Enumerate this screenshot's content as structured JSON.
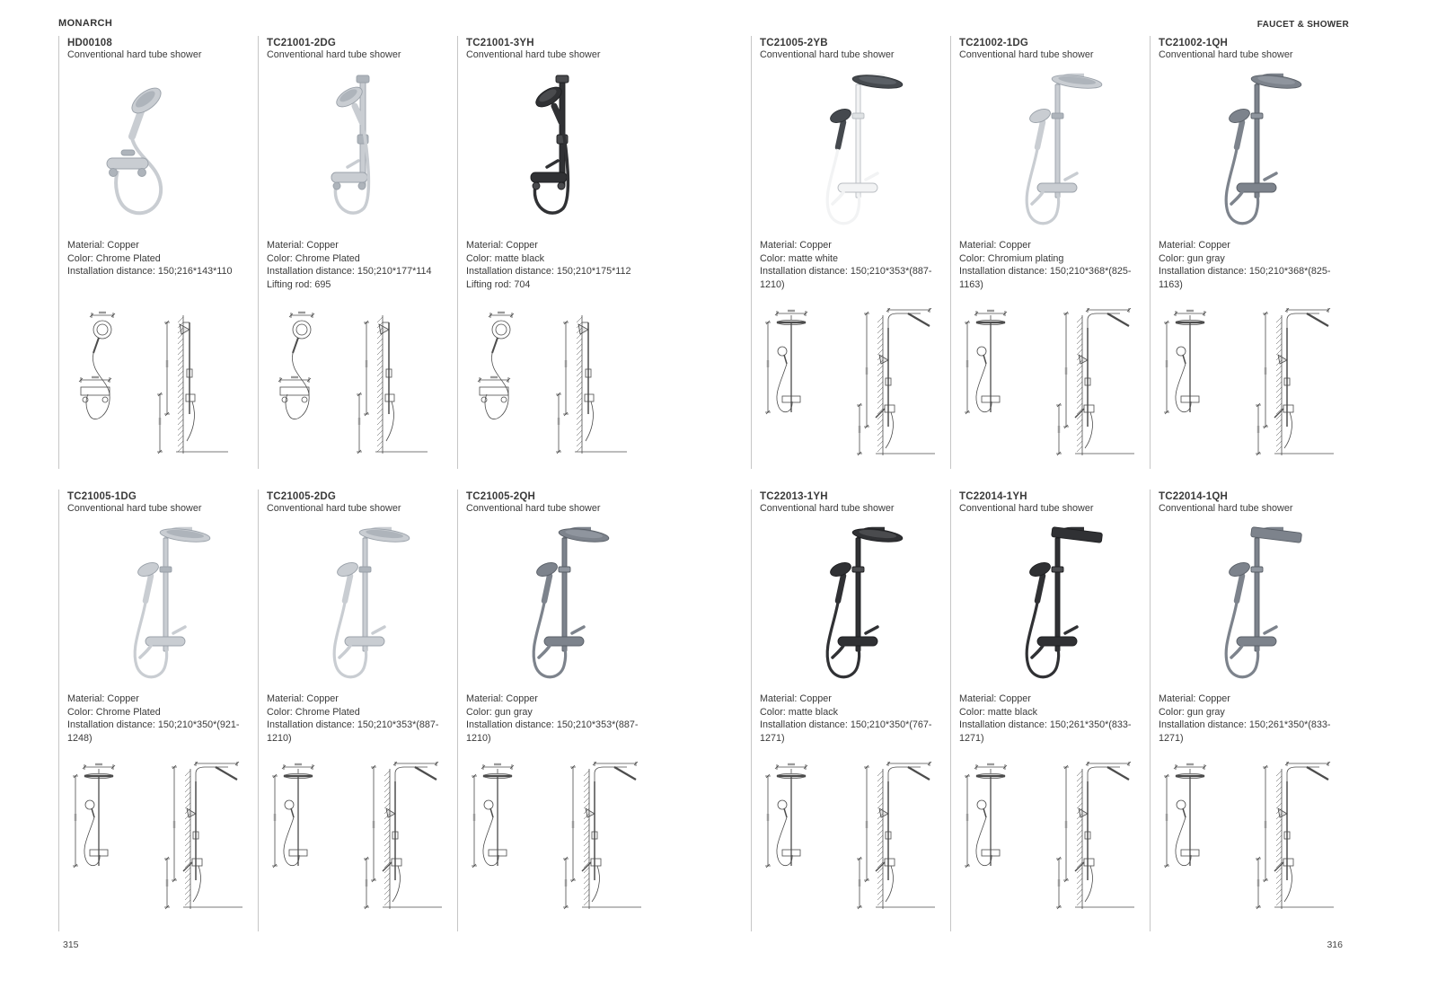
{
  "header": {
    "brand": "MONARCH",
    "category": "FAUCET & SHOWER"
  },
  "footer": {
    "left_page_number": "315",
    "right_page_number": "316"
  },
  "finishes": {
    "chrome": {
      "body": "#c9cdd2",
      "stroke": "#9aa1a9",
      "shade": "#aeb4bb"
    },
    "matte_black": {
      "body": "#303134",
      "stroke": "#1d1e20",
      "shade": "#4a4b4e"
    },
    "matte_white": {
      "body": "#f2f3f4",
      "stroke": "#b9bdc2",
      "shade": "#dfe2e4"
    },
    "gun_gray": {
      "body": "#7d838c",
      "stroke": "#595f67",
      "shade": "#8f959e"
    },
    "dark": {
      "body": "#45494e",
      "stroke": "#2e3236",
      "shade": "#5a5f65"
    },
    "ink": "#4c4c4c"
  },
  "products": [
    {
      "code": "HD00108",
      "subtitle": "Conventional hard tube shower",
      "material": "Material: Copper",
      "color": "Color: Chrome Plated",
      "installation": "Installation distance: 150;216*143*110",
      "type": "handheld",
      "finish": "chrome",
      "head_shape": "round"
    },
    {
      "code": "TC21001-2DG",
      "subtitle": "Conventional hard tube shower",
      "material": "Material: Copper",
      "color": "Color: Chrome Plated",
      "installation": "Installation distance: 150;210*177*114",
      "lifting_rod": "Lifting rod: 695",
      "type": "slidebar",
      "finish": "chrome",
      "head_shape": "round"
    },
    {
      "code": "TC21001-3YH",
      "subtitle": "Conventional hard tube shower",
      "material": "Material: Copper",
      "color": "Color: matte black",
      "installation": "Installation distance: 150;210*175*112",
      "lifting_rod": "Lifting rod: 704",
      "type": "slidebar",
      "finish": "matte_black",
      "head_shape": "round"
    },
    {
      "code": "TC21005-2YB",
      "subtitle": "Conventional hard tube shower",
      "material": "Material: Copper",
      "color": "Color: matte white",
      "installation": "Installation distance: 150;210*353*(887-1210)",
      "type": "column",
      "finish": "matte_white",
      "head_finish": "dark",
      "head_shape": "round"
    },
    {
      "code": "TC21002-1DG",
      "subtitle": "Conventional hard tube shower",
      "material": "Material: Copper",
      "color": "Color: Chromium plating",
      "installation": "Installation distance: 150;210*368*(825-1163)",
      "type": "column",
      "finish": "chrome",
      "head_shape": "round"
    },
    {
      "code": "TC21002-1QH",
      "subtitle": "Conventional hard tube shower",
      "material": "Material: Copper",
      "color": "Color: gun gray",
      "installation": "Installation distance: 150;210*368*(825-1163)",
      "type": "column",
      "finish": "gun_gray",
      "head_shape": "round"
    },
    {
      "code": "TC21005-1DG",
      "subtitle": "Conventional hard tube shower",
      "material": "Material: Copper",
      "color": "Color: Chrome Plated",
      "installation": "Installation distance: 150;210*350*(921-1248)",
      "type": "column",
      "finish": "chrome",
      "head_shape": "round"
    },
    {
      "code": "TC21005-2DG",
      "subtitle": "Conventional hard tube shower",
      "material": "Material: Copper",
      "color": "Color: Chrome Plated",
      "installation": "Installation distance: 150;210*353*(887-1210)",
      "type": "column",
      "finish": "chrome",
      "head_shape": "round"
    },
    {
      "code": "TC21005-2QH",
      "subtitle": "Conventional hard tube shower",
      "material": "Material: Copper",
      "color": "Color: gun gray",
      "installation": "Installation distance: 150;210*353*(887-1210)",
      "type": "column",
      "finish": "gun_gray",
      "head_shape": "round"
    },
    {
      "code": "TC22013-1YH",
      "subtitle": "Conventional hard tube shower",
      "material": "Material: Copper",
      "color": "Color: matte black",
      "installation": "Installation distance: 150;210*350*(767-1271)",
      "type": "column",
      "finish": "matte_black",
      "head_shape": "round"
    },
    {
      "code": "TC22014-1YH",
      "subtitle": "Conventional hard tube shower",
      "material": "Material: Copper",
      "color": "Color: matte black",
      "installation": "Installation distance: 150;261*350*(833-1271)",
      "type": "column",
      "finish": "matte_black",
      "head_shape": "square"
    },
    {
      "code": "TC22014-1QH",
      "subtitle": "Conventional hard tube shower",
      "material": "Material: Copper",
      "color": "Color: gun gray",
      "installation": "Installation distance: 150;261*350*(833-1271)",
      "type": "column",
      "finish": "gun_gray",
      "head_shape": "square"
    }
  ]
}
